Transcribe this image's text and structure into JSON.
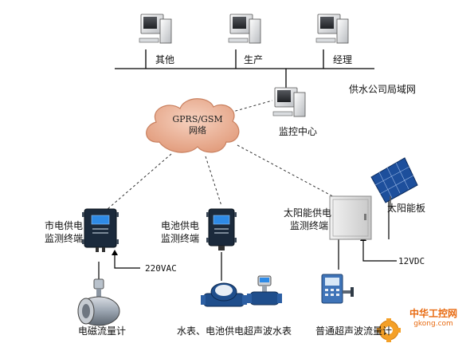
{
  "lan": {
    "label": "供水公司局域网",
    "nodes": [
      {
        "label": "其他"
      },
      {
        "label": "生产"
      },
      {
        "label": "经理"
      }
    ]
  },
  "network": {
    "line1": "GPRS/GSM",
    "line2": "网络"
  },
  "control_center": {
    "label": "监控中心"
  },
  "terminals": {
    "mains": {
      "line1": "市电供电",
      "line2": "监测终端",
      "power": "220VAC"
    },
    "battery": {
      "line1": "电池供电",
      "line2": "监测终端"
    },
    "solar": {
      "line1": "太阳能供电",
      "line2": "监测终端",
      "power": "12VDC",
      "panel": "太阳能板"
    }
  },
  "meters": {
    "electromagnetic": "电磁流量计",
    "water": "水表、电池供电超声波水表",
    "ultrasonic": "普通超声波流量计"
  },
  "watermark": {
    "name": "中华工控网",
    "url": "gkong.com"
  },
  "colors": {
    "cloud": "#e8b096",
    "cloud_edge": "#c9805f",
    "terminal": "#1b2a3c",
    "screen": "#2e8ae6"
  }
}
